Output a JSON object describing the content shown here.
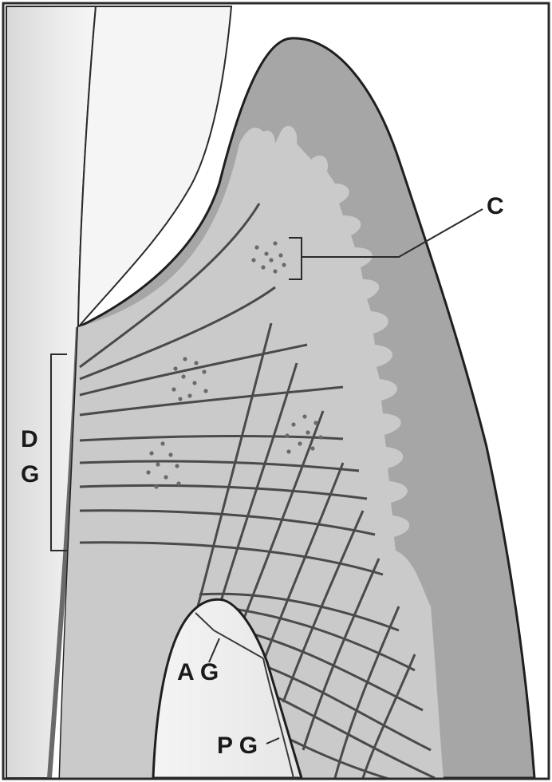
{
  "labels": {
    "c": "C",
    "dg_line1": "D",
    "dg_line2": "G",
    "ag": "A G",
    "pg": "P G"
  },
  "colors": {
    "background": "#ffffff",
    "tooth": "#e4e4e4",
    "enamel": "#f4f4f4",
    "gingiva_outer": "#a6a6a6",
    "connective_tissue": "#c9c9c9",
    "bone": "#f2f2f2",
    "fiber": "#4a4a4a",
    "frame": "#2a2a2a"
  }
}
